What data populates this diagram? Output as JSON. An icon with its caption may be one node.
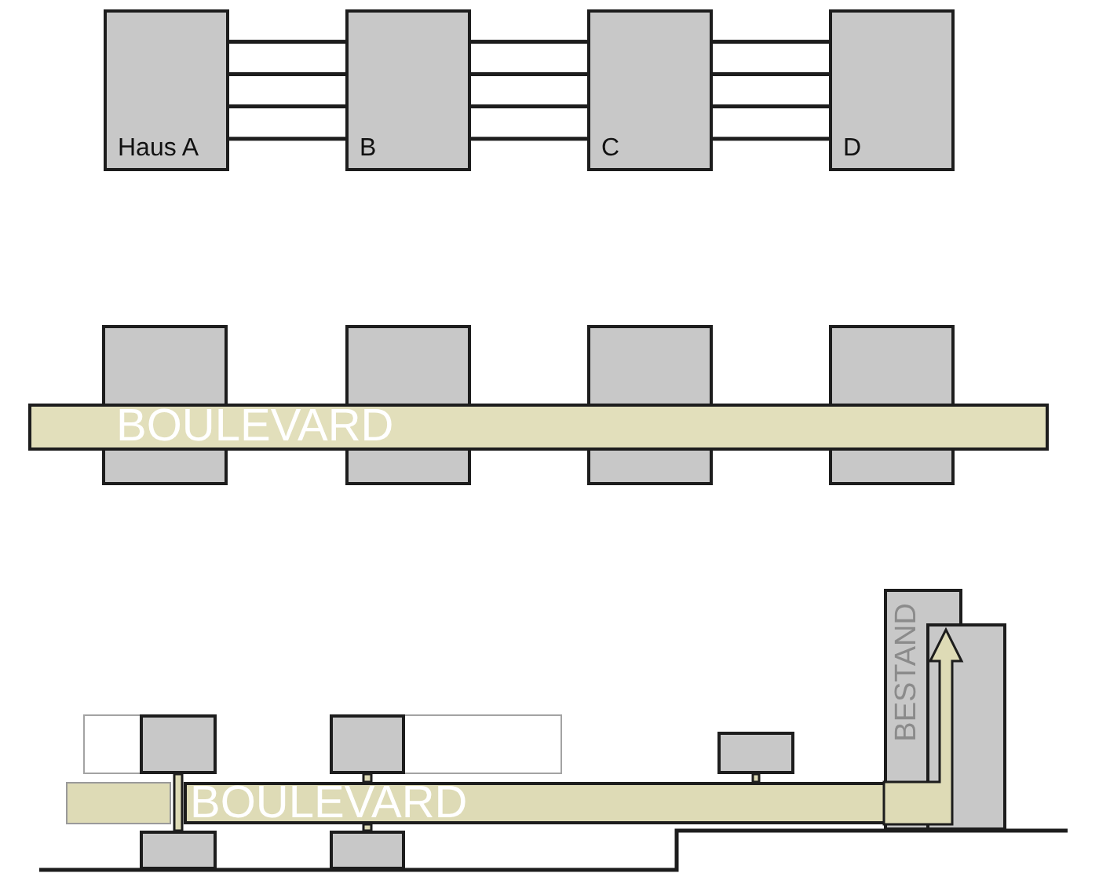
{
  "diagram": {
    "nodes": [
      {
        "text": [
          "Haus A"
        ]
      },
      {
        "text": [
          "B"
        ]
      },
      {
        "text": [
          "C"
        ]
      },
      {
        "text": [
          "D"
        ]
      },
      {
        "text": [],
        "shape": "box"
      },
      {
        "text": [],
        "shape": "box"
      },
      {
        "text": [],
        "shape": "box"
      },
      {
        "text": [],
        "shape": "box"
      },
      {
        "text": [
          "BOULEVARD"
        ]
      },
      {
        "text": [],
        "shape": "box"
      },
      {
        "text": [],
        "shape": "box"
      },
      {
        "text": [],
        "shape": "box"
      },
      {
        "text": [],
        "shape": "box"
      },
      {
        "text": [
          "BESTAND"
        ]
      },
      {
        "text": [],
        "shape": "box"
      },
      {
        "text": [],
        "shape": "box"
      },
      {
        "text": [],
        "shape": "box"
      },
      {
        "text": [],
        "shape": "box"
      },
      {
        "text": [],
        "shape": "box"
      },
      {
        "text": [],
        "shape": "box"
      },
      {
        "text": [],
        "shape": "box"
      },
      {
        "text": [
          "BOULEVARD"
        ]
      },
      {
        "text": [],
        "shape": "box"
      },
      {
        "text": [],
        "shape": "box"
      }
    ],
    "edges": [
      {
        "from": 0,
        "to": 1,
        "arrow": "none"
      },
      {
        "from": 0,
        "to": 1,
        "arrow": "none"
      },
      {
        "from": 0,
        "to": 1,
        "arrow": "none"
      },
      {
        "from": 0,
        "to": 1,
        "arrow": "none"
      },
      {
        "from": 1,
        "to": 2,
        "arrow": "none"
      },
      {
        "from": 1,
        "to": 2,
        "arrow": "none"
      },
      {
        "from": 1,
        "to": 2,
        "arrow": "none"
      },
      {
        "from": 1,
        "to": 2,
        "arrow": "none"
      },
      {
        "from": 2,
        "to": 3,
        "arrow": "none"
      },
      {
        "from": 2,
        "to": 3,
        "arrow": "none"
      },
      {
        "from": 2,
        "to": 3,
        "arrow": "none"
      },
      {
        "from": 2,
        "to": 3,
        "arrow": "none"
      },
      {
        "from": 16,
        "to": 22,
        "arrow": "none",
        "style": "thick",
        "color": "#dedbb6"
      },
      {
        "from": 17,
        "to": 21,
        "arrow": "none",
        "style": "thick",
        "color": "#dedbb6"
      },
      {
        "from": 21,
        "to": 23,
        "arrow": "none",
        "style": "thick",
        "color": "#dedbb6"
      },
      {
        "from": 19,
        "to": 21,
        "arrow": "none",
        "style": "thick",
        "color": "#dedbb6"
      },
      {
        "from": 21,
        "to": 14,
        "arrow": "to",
        "style": "thick",
        "color": "#dedbb6"
      }
    ]
  }
}
